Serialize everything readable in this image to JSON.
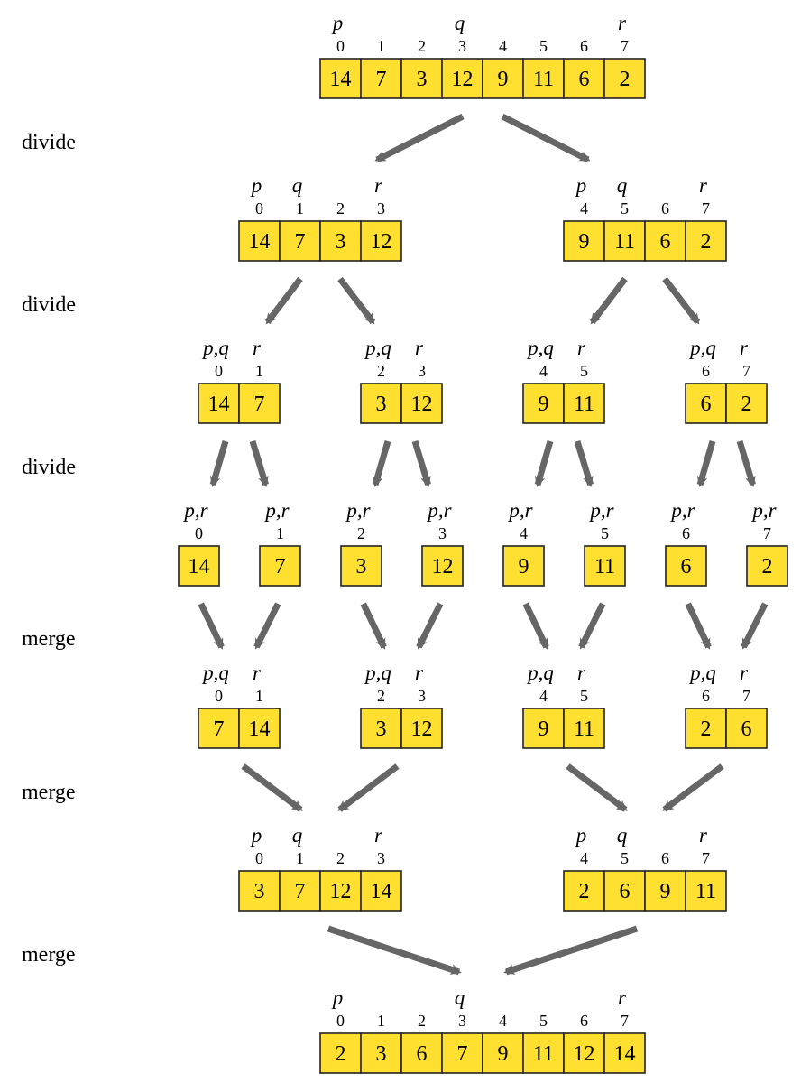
{
  "colors": {
    "cell_fill": "#ffe030",
    "cell_border": "#222222",
    "arrow": "#666666",
    "text": "#000000"
  },
  "stage_labels": [
    "divide",
    "divide",
    "divide",
    "merge",
    "merge",
    "merge"
  ],
  "rows": [
    {
      "groups": [
        {
          "cells": [
            {
              "i": "0",
              "v": "14",
              "lab": "p"
            },
            {
              "i": "1",
              "v": "7",
              "lab": ""
            },
            {
              "i": "2",
              "v": "3",
              "lab": ""
            },
            {
              "i": "3",
              "v": "12",
              "lab": "q"
            },
            {
              "i": "4",
              "v": "9",
              "lab": ""
            },
            {
              "i": "5",
              "v": "11",
              "lab": ""
            },
            {
              "i": "6",
              "v": "6",
              "lab": ""
            },
            {
              "i": "7",
              "v": "2",
              "lab": "r"
            }
          ]
        }
      ]
    },
    {
      "groups": [
        {
          "cells": [
            {
              "i": "0",
              "v": "14",
              "lab": "p"
            },
            {
              "i": "1",
              "v": "7",
              "lab": "q"
            },
            {
              "i": "2",
              "v": "3",
              "lab": ""
            },
            {
              "i": "3",
              "v": "12",
              "lab": "r"
            }
          ]
        },
        {
          "cells": [
            {
              "i": "4",
              "v": "9",
              "lab": "p"
            },
            {
              "i": "5",
              "v": "11",
              "lab": "q"
            },
            {
              "i": "6",
              "v": "6",
              "lab": ""
            },
            {
              "i": "7",
              "v": "2",
              "lab": "r"
            }
          ]
        }
      ]
    },
    {
      "groups": [
        {
          "cells": [
            {
              "i": "0",
              "v": "14",
              "lab": "p,q"
            },
            {
              "i": "1",
              "v": "7",
              "lab": "r"
            }
          ]
        },
        {
          "cells": [
            {
              "i": "2",
              "v": "3",
              "lab": "p,q"
            },
            {
              "i": "3",
              "v": "12",
              "lab": "r"
            }
          ]
        },
        {
          "cells": [
            {
              "i": "4",
              "v": "9",
              "lab": "p,q"
            },
            {
              "i": "5",
              "v": "11",
              "lab": "r"
            }
          ]
        },
        {
          "cells": [
            {
              "i": "6",
              "v": "6",
              "lab": "p,q"
            },
            {
              "i": "7",
              "v": "2",
              "lab": "r"
            }
          ]
        }
      ]
    },
    {
      "groups": [
        {
          "cells": [
            {
              "i": "0",
              "v": "14",
              "lab": "p,r"
            }
          ]
        },
        {
          "cells": [
            {
              "i": "1",
              "v": "7",
              "lab": "p,r"
            }
          ]
        },
        {
          "cells": [
            {
              "i": "2",
              "v": "3",
              "lab": "p,r"
            }
          ]
        },
        {
          "cells": [
            {
              "i": "3",
              "v": "12",
              "lab": "p,r"
            }
          ]
        },
        {
          "cells": [
            {
              "i": "4",
              "v": "9",
              "lab": "p,r"
            }
          ]
        },
        {
          "cells": [
            {
              "i": "5",
              "v": "11",
              "lab": "p,r"
            }
          ]
        },
        {
          "cells": [
            {
              "i": "6",
              "v": "6",
              "lab": "p,r"
            }
          ]
        },
        {
          "cells": [
            {
              "i": "7",
              "v": "2",
              "lab": "p,r"
            }
          ]
        }
      ]
    },
    {
      "groups": [
        {
          "cells": [
            {
              "i": "0",
              "v": "7",
              "lab": "p,q"
            },
            {
              "i": "1",
              "v": "14",
              "lab": "r"
            }
          ]
        },
        {
          "cells": [
            {
              "i": "2",
              "v": "3",
              "lab": "p,q"
            },
            {
              "i": "3",
              "v": "12",
              "lab": "r"
            }
          ]
        },
        {
          "cells": [
            {
              "i": "4",
              "v": "9",
              "lab": "p,q"
            },
            {
              "i": "5",
              "v": "11",
              "lab": "r"
            }
          ]
        },
        {
          "cells": [
            {
              "i": "6",
              "v": "2",
              "lab": "p,q"
            },
            {
              "i": "7",
              "v": "6",
              "lab": "r"
            }
          ]
        }
      ]
    },
    {
      "groups": [
        {
          "cells": [
            {
              "i": "0",
              "v": "3",
              "lab": "p"
            },
            {
              "i": "1",
              "v": "7",
              "lab": "q"
            },
            {
              "i": "2",
              "v": "12",
              "lab": ""
            },
            {
              "i": "3",
              "v": "14",
              "lab": "r"
            }
          ]
        },
        {
          "cells": [
            {
              "i": "4",
              "v": "2",
              "lab": "p"
            },
            {
              "i": "5",
              "v": "6",
              "lab": "q"
            },
            {
              "i": "6",
              "v": "9",
              "lab": ""
            },
            {
              "i": "7",
              "v": "11",
              "lab": "r"
            }
          ]
        }
      ]
    },
    {
      "groups": [
        {
          "cells": [
            {
              "i": "0",
              "v": "2",
              "lab": "p"
            },
            {
              "i": "1",
              "v": "3",
              "lab": ""
            },
            {
              "i": "2",
              "v": "6",
              "lab": ""
            },
            {
              "i": "3",
              "v": "7",
              "lab": "q"
            },
            {
              "i": "4",
              "v": "9",
              "lab": ""
            },
            {
              "i": "5",
              "v": "11",
              "lab": ""
            },
            {
              "i": "6",
              "v": "12",
              "lab": ""
            },
            {
              "i": "7",
              "v": "14",
              "lab": "r"
            }
          ]
        }
      ]
    }
  ]
}
